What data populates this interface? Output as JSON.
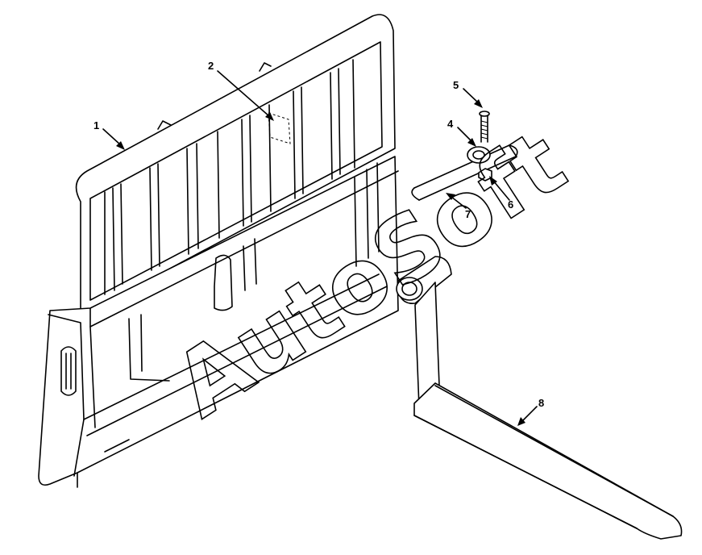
{
  "diagram": {
    "watermark": "AutoSoft",
    "callouts": [
      {
        "id": "1",
        "label": "1",
        "part": "carriage-frame"
      },
      {
        "id": "2",
        "label": "2",
        "part": "decal"
      },
      {
        "id": "4",
        "label": "4",
        "part": "collar"
      },
      {
        "id": "5",
        "label": "5",
        "part": "bolt"
      },
      {
        "id": "6",
        "label": "6",
        "part": "nut"
      },
      {
        "id": "7",
        "label": "7",
        "part": "fork-shaft"
      },
      {
        "id": "8",
        "label": "8",
        "part": "fork-tine"
      }
    ]
  }
}
